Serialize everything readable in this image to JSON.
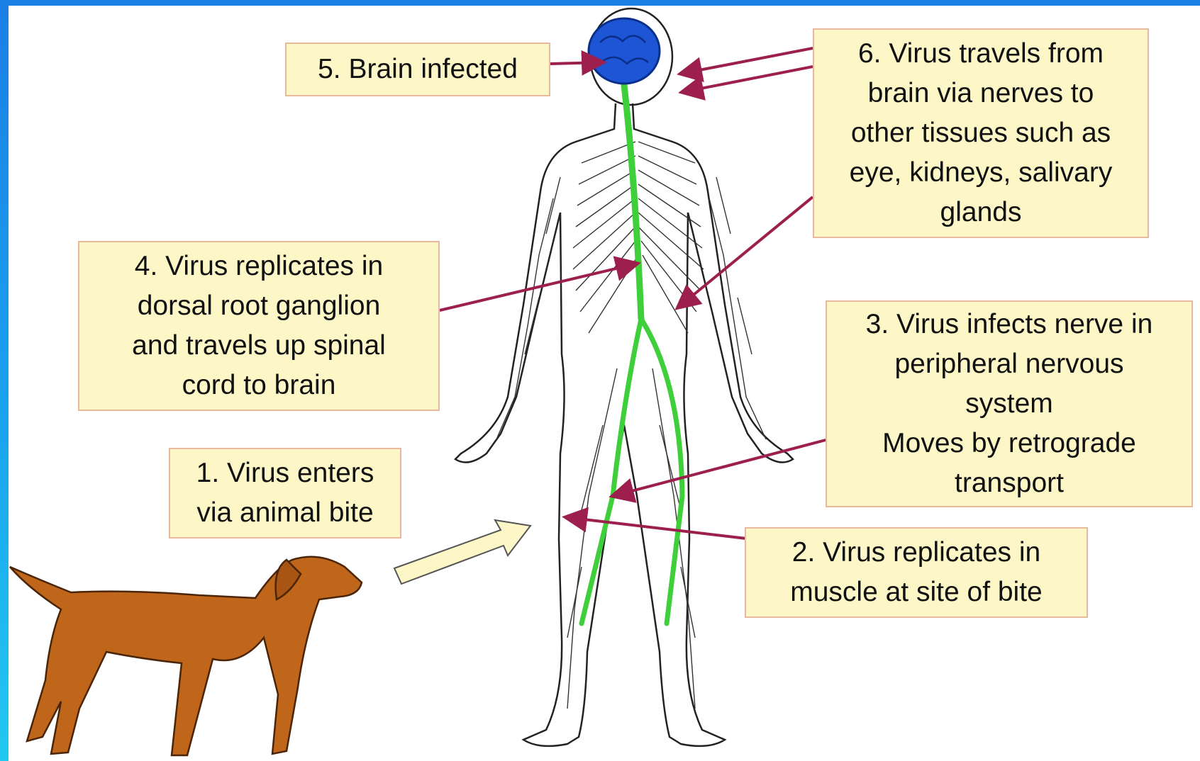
{
  "colors": {
    "frame": "#1a8ae8",
    "callout_fill": "#fdf7c8",
    "callout_border": "#e8b99c",
    "arrow": "#9c1f4d",
    "brain": "#1d55d4",
    "spinal_cord": "#3ecf3a",
    "dog": "#c0661a"
  },
  "callouts": {
    "step1": "1. Virus enters\nvia animal bite",
    "step2": "2. Virus replicates in\nmuscle at site of bite",
    "step3": "3. Virus infects nerve in\nperipheral nervous\nsystem\nMoves by retrograde\ntransport",
    "step4": "4. Virus replicates in\ndorsal root ganglion\nand travels up spinal\ncord to brain",
    "step5": "5. Brain  infected",
    "step6": "6. Virus travels from\nbrain via nerves to\nother tissues such as\neye, kidneys, salivary\nglands"
  },
  "icons": {
    "body": "human-nervous-system-figure",
    "brain": "brain-icon",
    "dog": "dog-icon",
    "entry_arrow": "hollow-arrow-icon"
  }
}
